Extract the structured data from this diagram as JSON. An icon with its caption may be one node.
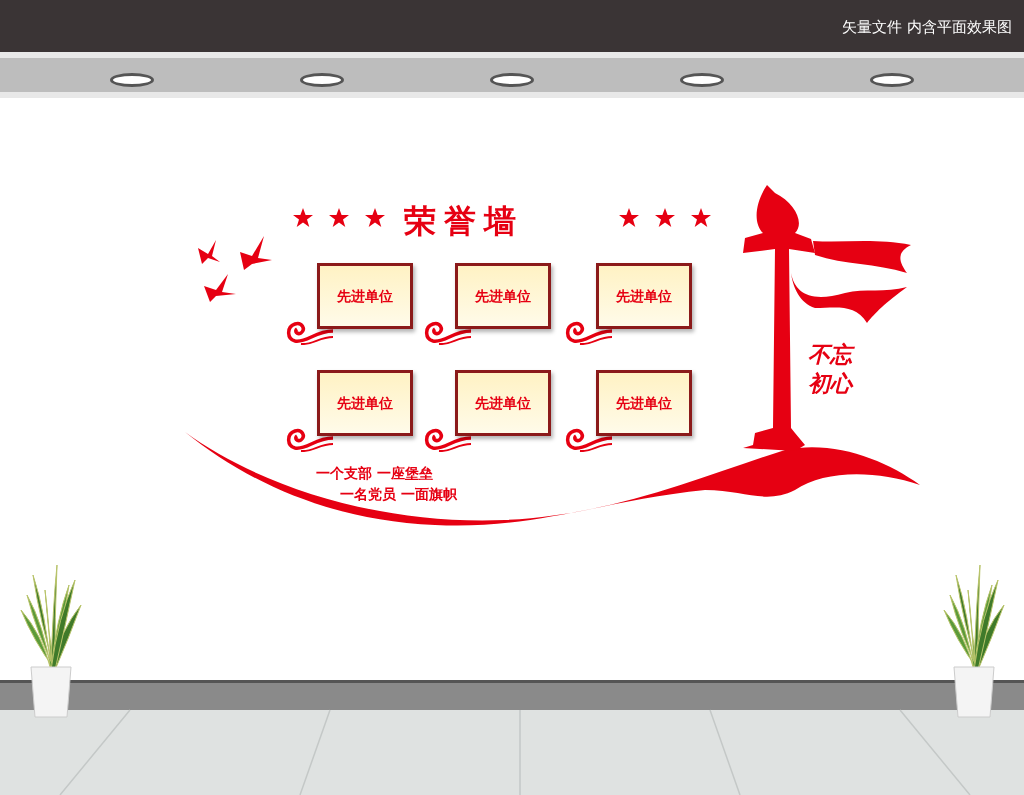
{
  "diagram": {
    "title": "荣誉墙",
    "nodes": [
      {
        "text": [
          "先进单位"
        ]
      },
      {
        "text": [
          "先进单位"
        ]
      },
      {
        "text": [
          "先进单位"
        ]
      },
      {
        "text": [
          "先进单位"
        ]
      },
      {
        "text": [
          "先进单位"
        ]
      },
      {
        "text": [
          "先进单位"
        ]
      }
    ],
    "labels": [
      "矢量文件 内含平面效果图",
      "一个支部 一座堡垒",
      "一名党员 一面旗帜",
      "不忘初心"
    ]
  }
}
